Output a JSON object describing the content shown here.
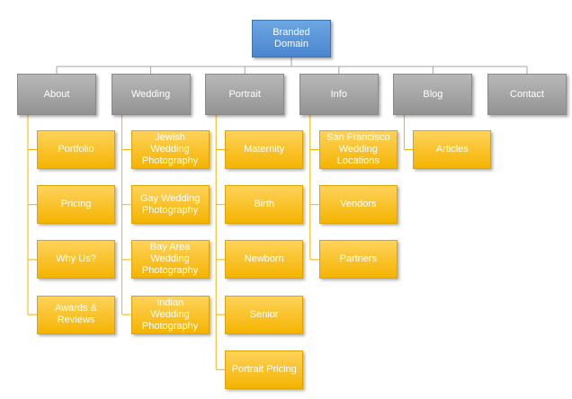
{
  "root": {
    "label": "Branded Domain"
  },
  "categories": [
    {
      "label": "About",
      "children": [
        "Portfolio",
        "Pricing",
        "Why Us?",
        "Awards & Reviews"
      ]
    },
    {
      "label": "Wedding",
      "children": [
        "Jewish Wedding Photography",
        "Gay Wedding Photography",
        "Bay Area Wedding Photography",
        "Indian Wedding Photography"
      ]
    },
    {
      "label": "Portrait",
      "children": [
        "Maternity",
        "Birth",
        "Newborn",
        "Senior",
        "Portrait Pricing"
      ]
    },
    {
      "label": "Info",
      "children": [
        "San Francisco Wedding Locations",
        "Vendors",
        "Partners"
      ]
    },
    {
      "label": "Blog",
      "children": [
        "Articles"
      ]
    },
    {
      "label": "Contact",
      "children": []
    }
  ],
  "colors": {
    "root": "#4a86cf",
    "category": "#a0a0a0",
    "leaf": "#f4b400",
    "connector": "#a6a6a6",
    "leaf_connector": "#f4b400"
  }
}
